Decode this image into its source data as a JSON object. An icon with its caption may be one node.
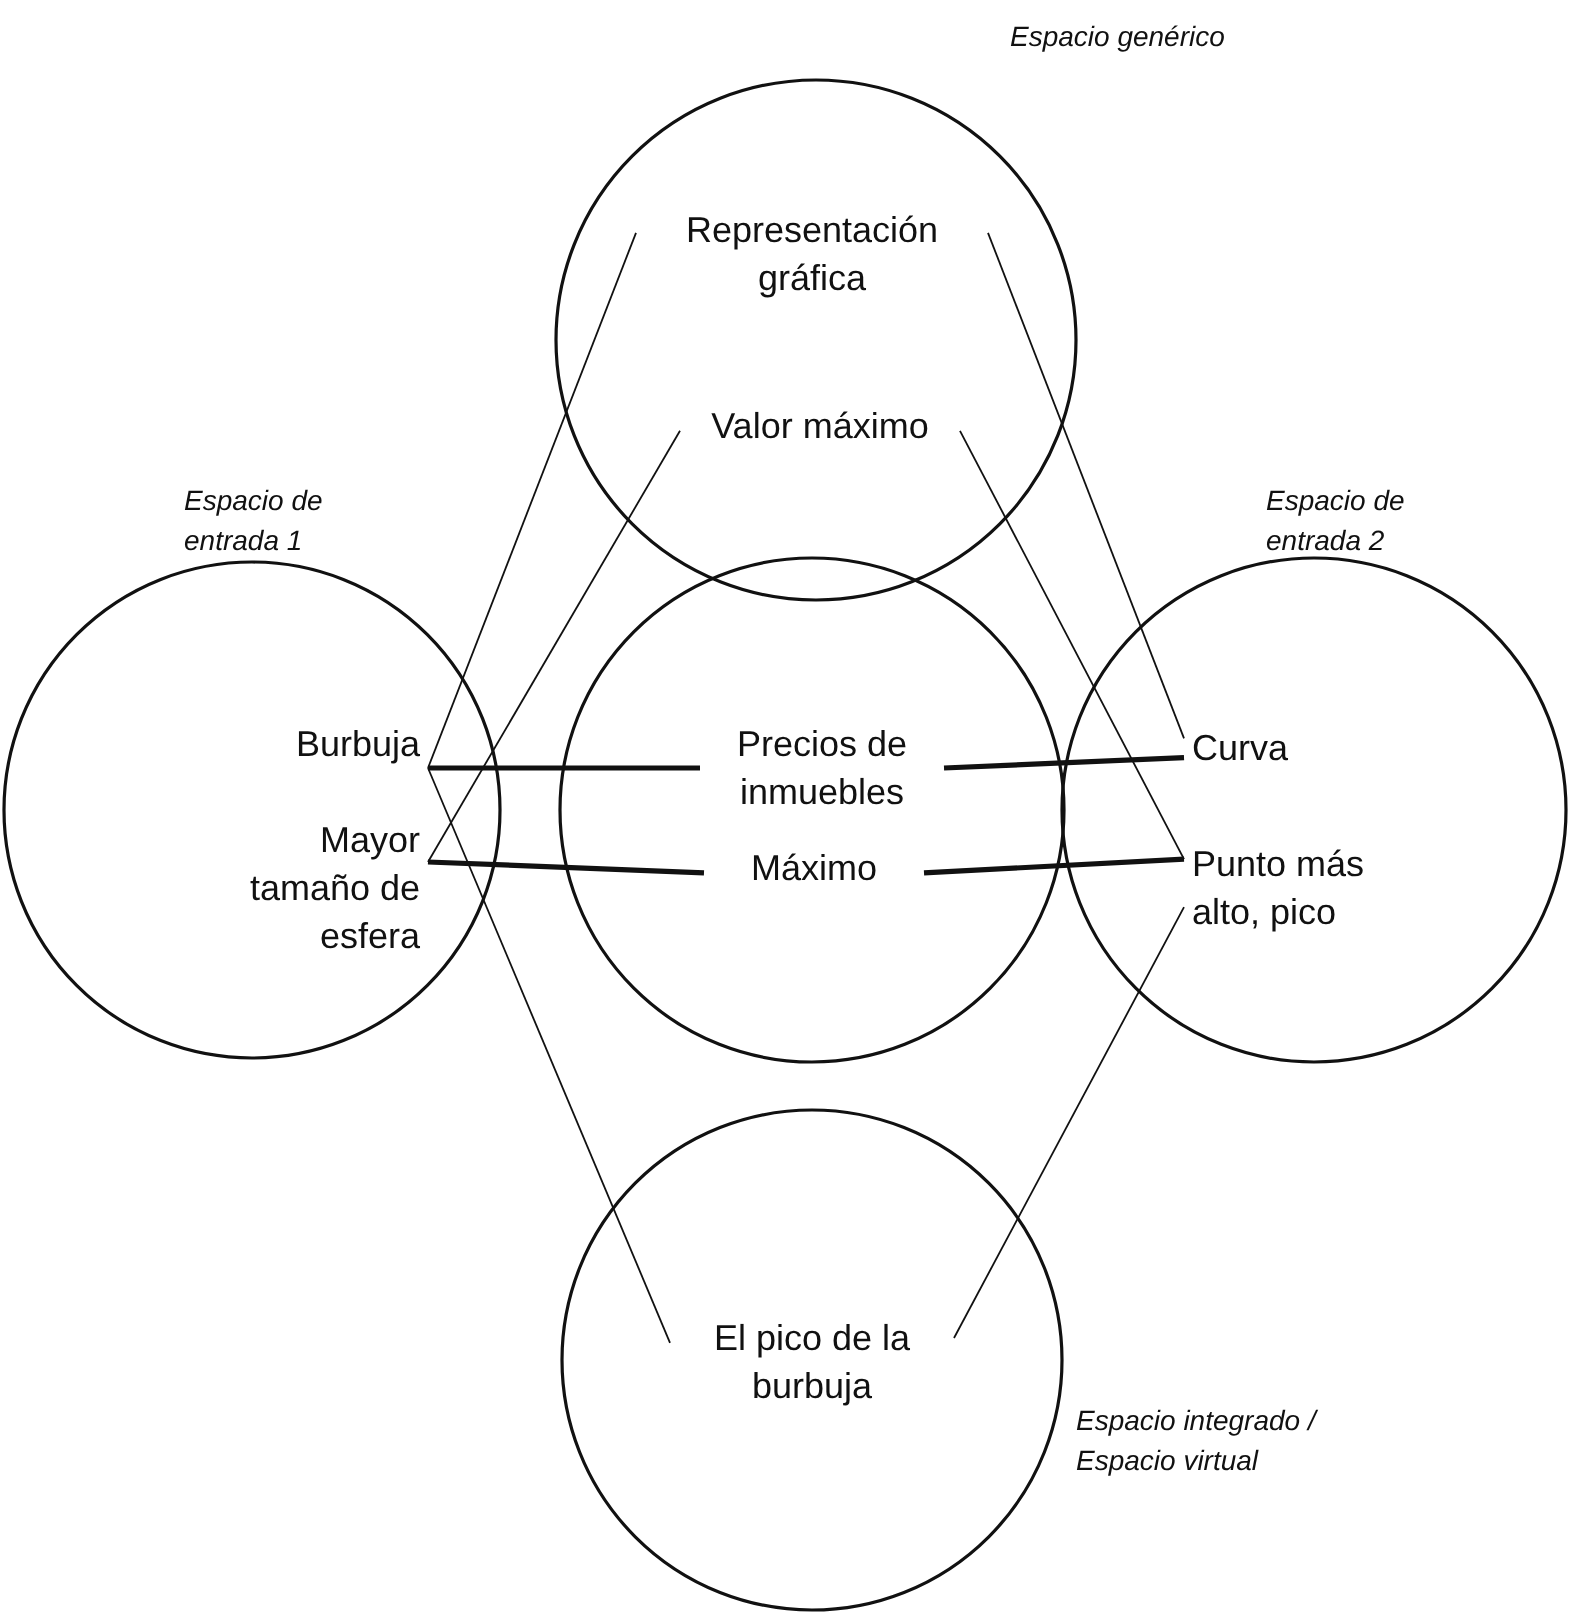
{
  "diagram": {
    "nodes": [
      {
        "text": [
          "Espacio genérico"
        ]
      },
      {
        "text": [
          "Representación gráfica"
        ],
        "in": 0
      },
      {
        "text": [
          "Valor máximo"
        ],
        "in": 0
      },
      {
        "text": [
          "Espacio de entrada 1"
        ]
      },
      {
        "text": [
          "Burbuja"
        ],
        "in": 3
      },
      {
        "text": [
          "Mayor tamaño de esfera"
        ],
        "in": 3
      },
      {
        "text": [],
        "shape": "circle"
      },
      {
        "text": [
          "Precios de inmuebles"
        ],
        "in": 6
      },
      {
        "text": [
          "Máximo"
        ],
        "in": 6
      },
      {
        "text": [
          "Espacio de entrada 2"
        ]
      },
      {
        "text": [
          "Curva"
        ],
        "in": 9
      },
      {
        "text": [
          "Punto más alto, pico"
        ],
        "in": 9
      },
      {
        "text": [
          "Espacio integrado / Espacio virtual"
        ]
      },
      {
        "text": [
          "El pico de la burbuja"
        ],
        "in": 12
      }
    ],
    "edges": [
      {
        "from": 4,
        "to": 1,
        "arrow": "none"
      },
      {
        "from": 5,
        "to": 2,
        "arrow": "none"
      },
      {
        "from": 1,
        "to": 10,
        "arrow": "none"
      },
      {
        "from": 2,
        "to": 11,
        "arrow": "none"
      },
      {
        "from": 4,
        "to": 13,
        "arrow": "none"
      },
      {
        "from": 13,
        "to": 11,
        "arrow": "none"
      },
      {
        "from": 4,
        "to": 7,
        "arrow": "none",
        "style": "thick"
      },
      {
        "from": 7,
        "to": 10,
        "arrow": "none",
        "style": "thick"
      },
      {
        "from": 5,
        "to": 8,
        "arrow": "none",
        "style": "thick"
      },
      {
        "from": 8,
        "to": 11,
        "arrow": "none",
        "style": "thick"
      }
    ]
  }
}
